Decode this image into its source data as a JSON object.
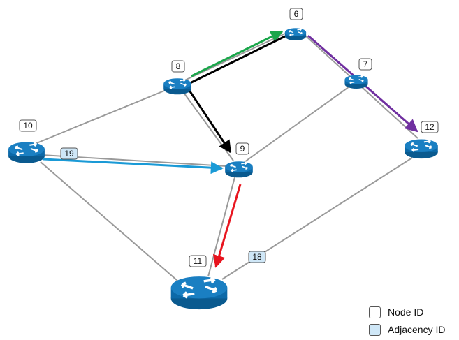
{
  "nodes": [
    {
      "id": "6"
    },
    {
      "id": "7"
    },
    {
      "id": "8"
    },
    {
      "id": "9"
    },
    {
      "id": "10"
    },
    {
      "id": "11"
    },
    {
      "id": "12"
    }
  ],
  "adjacencies": [
    {
      "id": "19",
      "link": "10-9"
    },
    {
      "id": "18",
      "link": "11-12"
    }
  ],
  "links": [
    {
      "from": "8",
      "to": "6"
    },
    {
      "from": "6",
      "to": "12"
    },
    {
      "from": "7",
      "to": "9"
    },
    {
      "from": "8",
      "to": "10"
    },
    {
      "from": "8",
      "to": "9"
    },
    {
      "from": "10",
      "to": "9"
    },
    {
      "from": "10",
      "to": "11"
    },
    {
      "from": "9",
      "to": "11"
    },
    {
      "from": "11",
      "to": "12"
    }
  ],
  "paths": [
    {
      "name": "green-path",
      "color": "#1aa64a",
      "from": "8",
      "to": "6"
    },
    {
      "name": "black-path",
      "color": "#000000",
      "from": "6",
      "via": "8",
      "to": "9"
    },
    {
      "name": "purple-path",
      "color": "#7030a0",
      "from": "6",
      "to": "12"
    },
    {
      "name": "blue-path",
      "color": "#1a9ad6",
      "from": "10",
      "to": "9"
    },
    {
      "name": "red-path",
      "color": "#e8141e",
      "from": "9",
      "to": "11"
    }
  ],
  "legend": {
    "node_label": "Node ID",
    "adjacency_label": "Adjacency ID"
  },
  "colors": {
    "router_fill": "#0c69a8",
    "router_dark": "#0a5a8f",
    "link_gray": "#9a9a9a",
    "adjacency_fill": "#cfe7f7"
  }
}
